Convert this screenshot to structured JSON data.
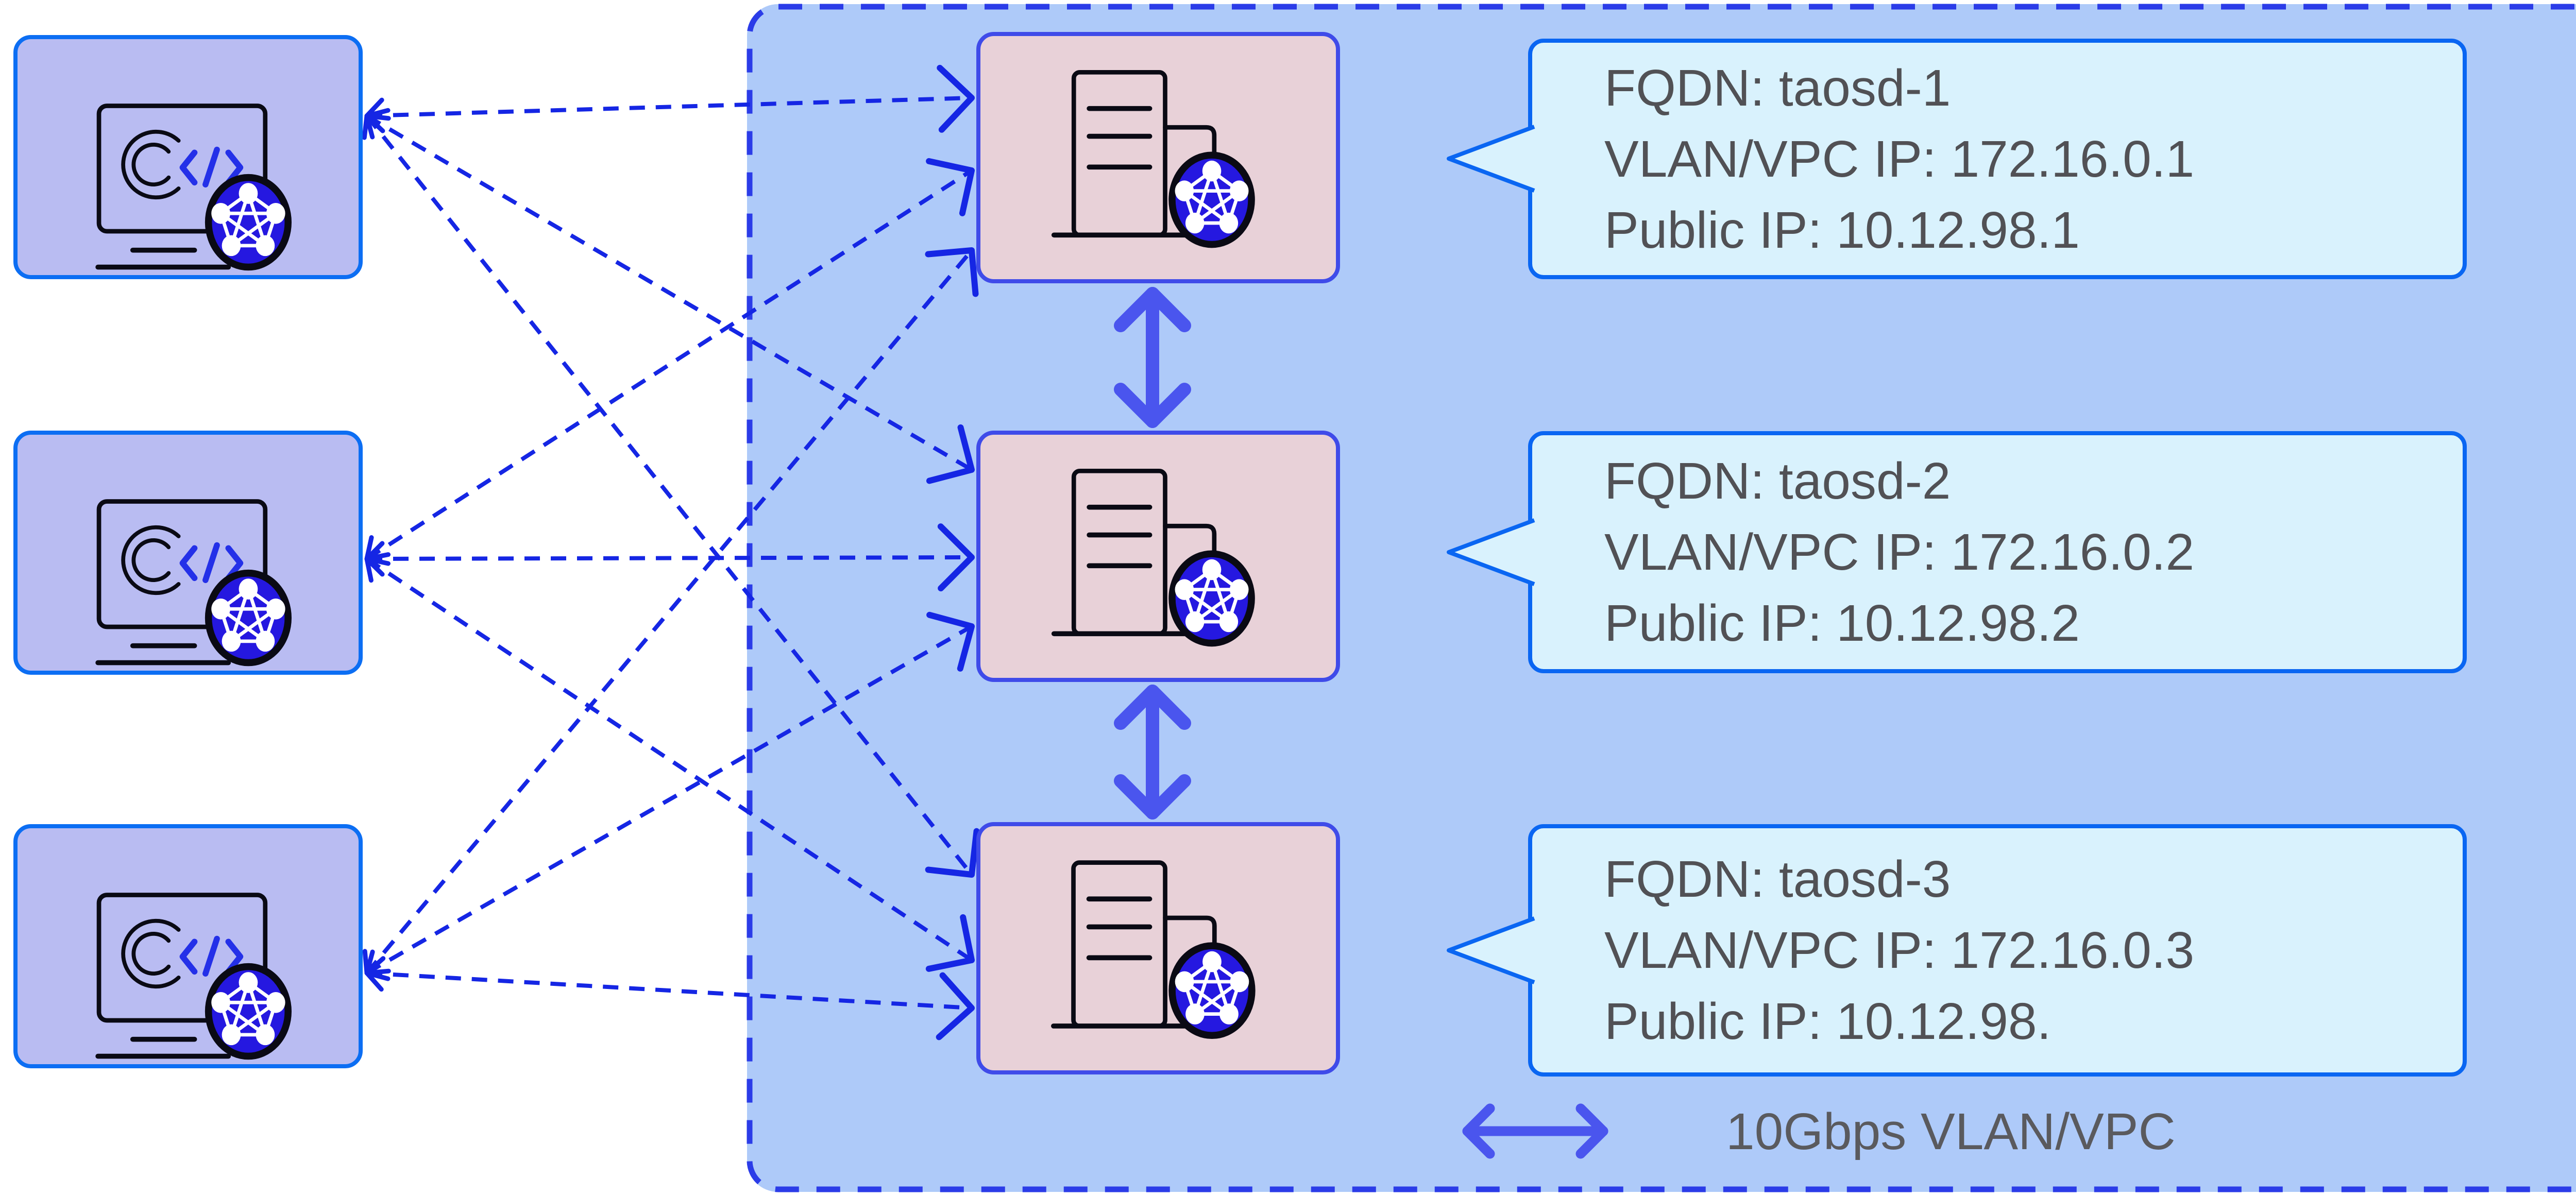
{
  "diagram": {
    "title": "taosd cluster network diagram",
    "clients": [
      {
        "icon": "client-app-terminal-icon",
        "mesh_icon": "mesh-network-ball-icon"
      },
      {
        "icon": "client-app-terminal-icon",
        "mesh_icon": "mesh-network-ball-icon"
      },
      {
        "icon": "client-app-terminal-icon",
        "mesh_icon": "mesh-network-ball-icon"
      }
    ],
    "servers": [
      {
        "icon": "server-tower-icon",
        "mesh_icon": "mesh-network-ball-icon"
      },
      {
        "icon": "server-tower-icon",
        "mesh_icon": "mesh-network-ball-icon"
      },
      {
        "icon": "server-tower-icon",
        "mesh_icon": "mesh-network-ball-icon"
      }
    ],
    "callouts": [
      {
        "lines": [
          "FQDN: taosd-1",
          "VLAN/VPC IP: 172.16.0.1",
          "Public IP: 10.12.98.1"
        ]
      },
      {
        "lines": [
          "FQDN: taosd-2",
          "VLAN/VPC IP: 172.16.0.2",
          "Public IP: 10.12.98.2"
        ]
      },
      {
        "lines": [
          "FQDN: taosd-3",
          "VLAN/VPC IP: 172.16.0.3",
          "Public IP: 10.12.98."
        ]
      }
    ],
    "legend": {
      "label": "10Gbps VLAN/VPC",
      "icon": "double-headed-arrow-icon"
    },
    "colors": {
      "cluster_fill": "#aecaf9",
      "cluster_border": "#2b3ce8",
      "client_fill": "#b9bcf2",
      "client_border": "#0c6ef3",
      "server_fill": "#e8d1d8",
      "server_border": "#3f4be9",
      "callout_fill": "#d9f2fd",
      "callout_border": "#0a66f2",
      "mesh_arrow": "#1526e4",
      "double_arrow": "#4a55ee",
      "ball_fill": "#2518e0",
      "text": "#515155"
    }
  }
}
